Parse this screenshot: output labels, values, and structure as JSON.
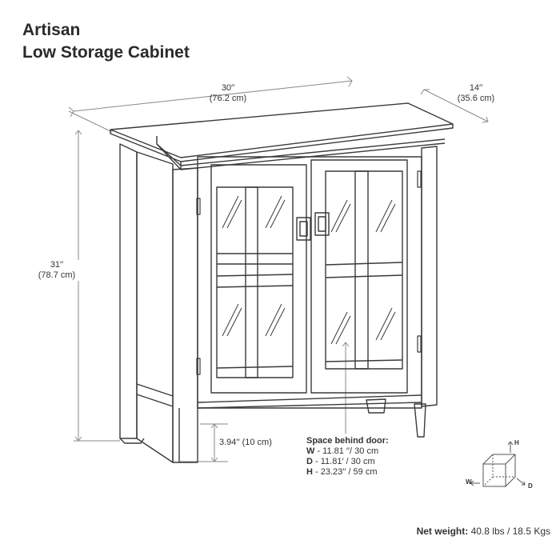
{
  "title": {
    "brand": "Artisan",
    "product": "Low Storage Cabinet"
  },
  "dimensions": {
    "width": {
      "imperial": "30′′",
      "metric": "(76.2 cm)"
    },
    "depth": {
      "imperial": "14′′",
      "metric": "(35.6 cm)"
    },
    "height": {
      "imperial": "31′′",
      "metric": "(78.7 cm)"
    },
    "clearance": {
      "text": "3.94′′ (10 cm)"
    }
  },
  "space_behind_door": {
    "heading": "Space behind door:",
    "rows": [
      {
        "key": "W",
        "value": " - 11.81 ′′/ 30 cm"
      },
      {
        "key": "D",
        "value": " - 11.81′ / 30 cm"
      },
      {
        "key": "H",
        "value": " - 23.23′′ / 59 cm"
      }
    ]
  },
  "axes": {
    "h": "H",
    "w": "W",
    "d": "D"
  },
  "net_weight": {
    "label": "Net weight:",
    "value": " 40.8 lbs / 18.5 Kgs"
  },
  "colors": {
    "line": "#3a3a3a",
    "dim_line": "#8a8a8a",
    "text": "#2b2b2b"
  }
}
